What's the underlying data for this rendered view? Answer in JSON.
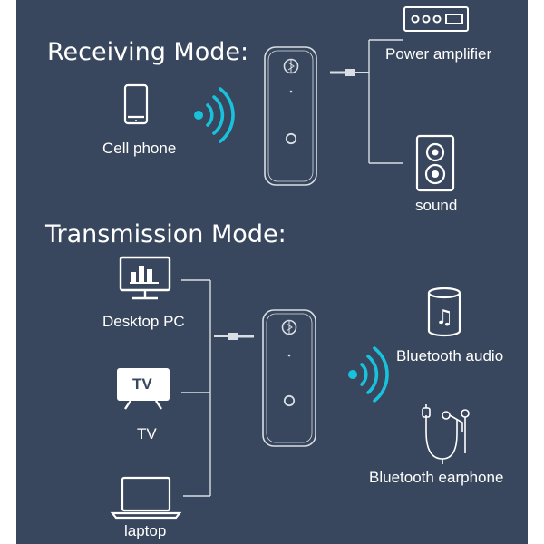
{
  "receiving": {
    "heading": "Receiving Mode:",
    "cell_phone_label": "Cell phone",
    "power_amplifier_label": "Power amplifier",
    "sound_label": "sound"
  },
  "transmission": {
    "heading": "Transmission Mode:",
    "desktop_pc_label": "Desktop PC",
    "tv_label": "TV",
    "tv_screen_text": "TV",
    "laptop_label": "laptop",
    "bluetooth_audio_label": "Bluetooth audio",
    "bluetooth_earphone_label": "Bluetooth earphone"
  },
  "colors": {
    "background": "#38475d",
    "foreground": "#ffffff",
    "signal": "#19c2dc",
    "device_outline": "#d9dee6"
  },
  "icons": [
    "phone-icon",
    "bluetooth-signal-icon",
    "adapter-device-icon",
    "aux-plug-icon",
    "amplifier-icon",
    "speaker-icon",
    "monitor-icon",
    "tv-icon",
    "laptop-icon",
    "bluetooth-speaker-icon",
    "earphones-icon"
  ]
}
